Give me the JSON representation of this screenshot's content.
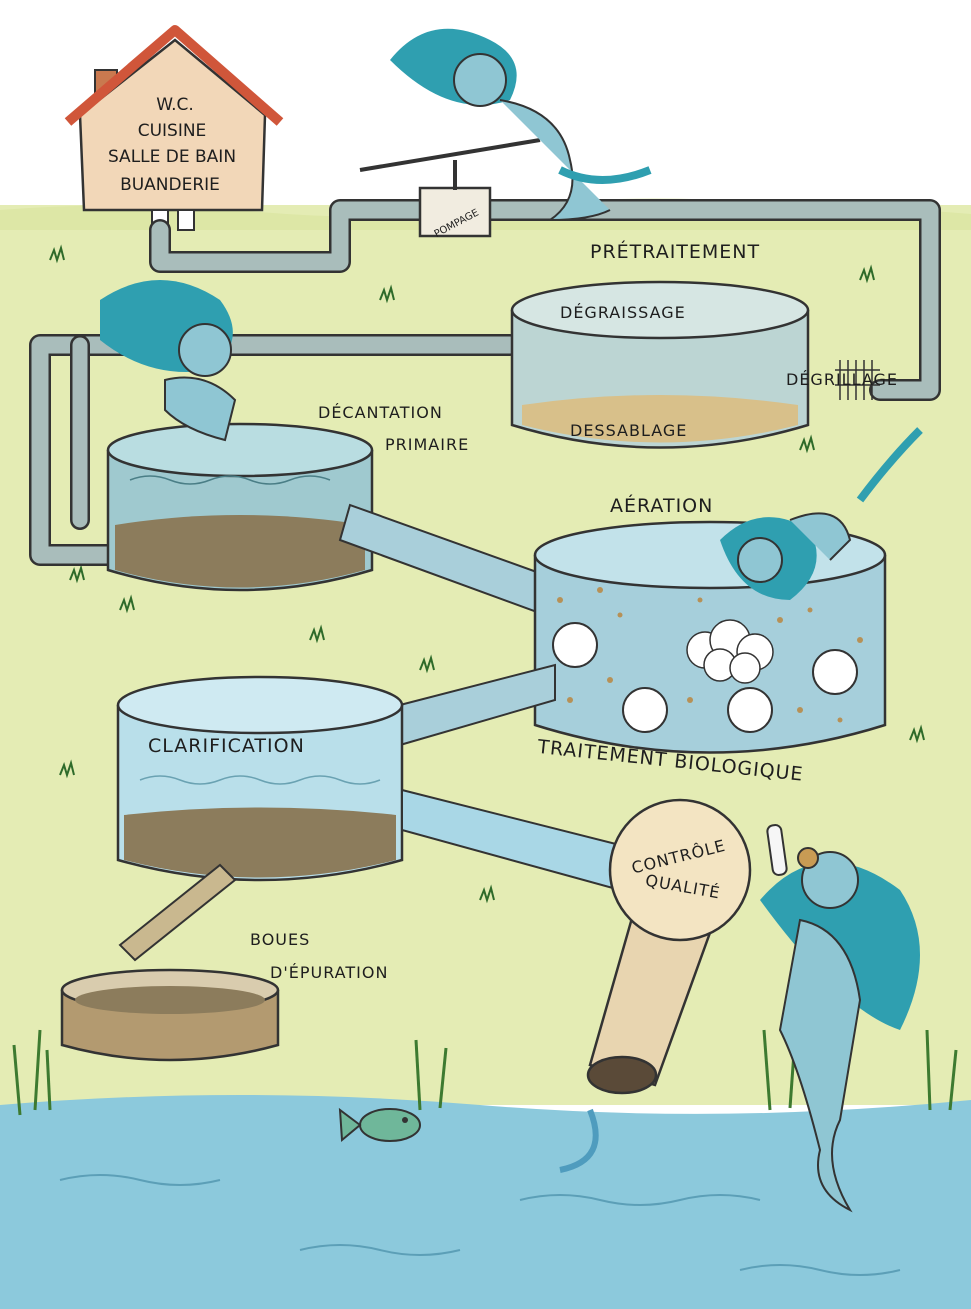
{
  "house": {
    "lines": [
      "W.C.",
      "CUISINE",
      "SALLE DE BAIN",
      "BUANDERIE"
    ]
  },
  "labels": {
    "pompage": "POMPAGE",
    "pretraitement": "PRÉTRAITEMENT",
    "degraissage": "DÉGRAISSAGE",
    "degrillage": "DÉGRILLAGE",
    "dessablage": "DESSABLAGE",
    "decantation_line1": "DÉCANTATION",
    "decantation_line2": "PRIMAIRE",
    "aeration": "AÉRATION",
    "traitement_biologique": "TRAITEMENT BIOLOGIQUE",
    "clarification": "CLARIFICATION",
    "boues_line1": "BOUES",
    "boues_line2": "D'ÉPURATION",
    "controle_line1": "CONTRÔLE",
    "controle_line2": "QUALITÉ"
  },
  "colors": {
    "grass": "#e4ecb4",
    "water": "#9ed3e2",
    "river": "#8cc9dc",
    "pipe": "#a9bdbb",
    "sludge": "#8c7c5c",
    "mermaid_hair": "#2f9fb0",
    "mermaid_skin": "#8fc6d3",
    "house_wall": "#f2d7b8",
    "house_roof": "#d0563a",
    "outlet_pipe": "#e8d5b0"
  }
}
